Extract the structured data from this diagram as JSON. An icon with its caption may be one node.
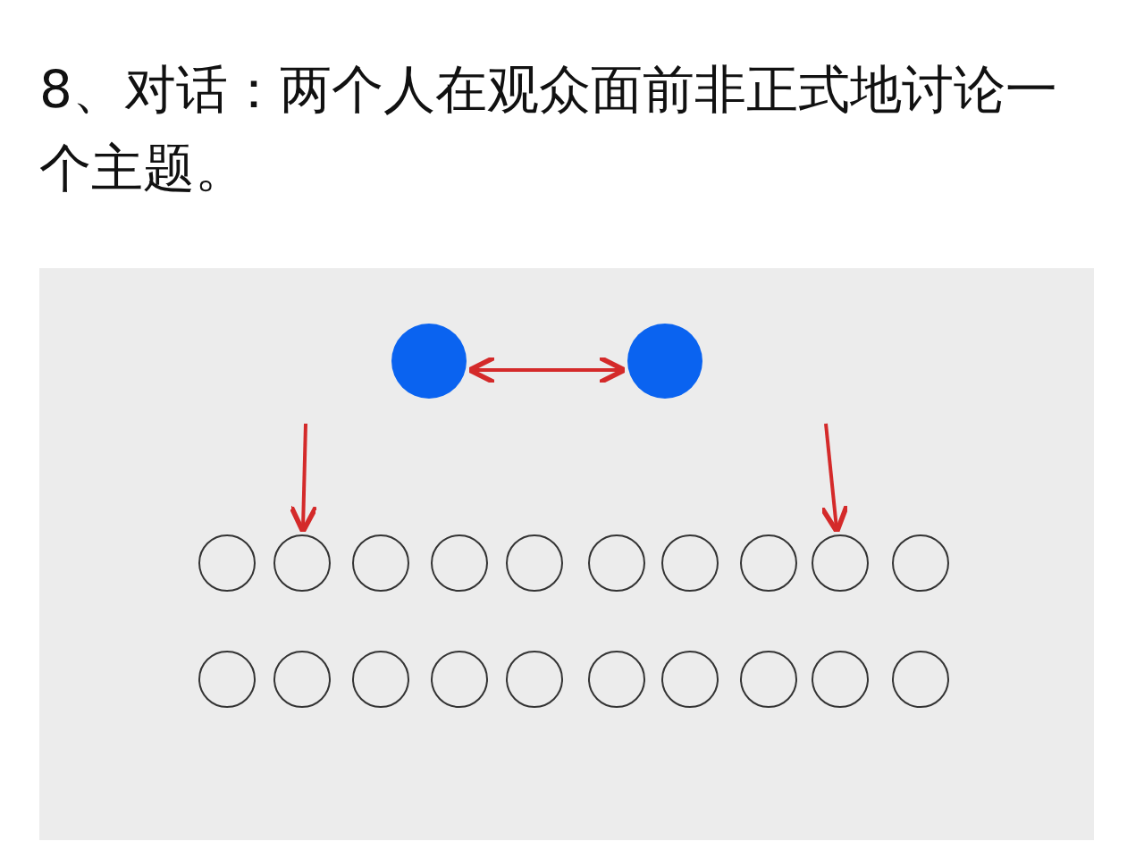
{
  "diagram": {
    "title": "8、对话：两个人在观众面前非正式地讨论一个主题。",
    "nodes": [
      {
        "text": [],
        "shape": "circle"
      },
      {
        "text": [],
        "shape": "circle"
      },
      {
        "text": [],
        "shape": "circle"
      },
      {
        "text": [],
        "shape": "circle"
      },
      {
        "text": [],
        "shape": "circle"
      },
      {
        "text": [],
        "shape": "circle"
      },
      {
        "text": [],
        "shape": "circle"
      },
      {
        "text": [],
        "shape": "circle"
      },
      {
        "text": [],
        "shape": "circle"
      },
      {
        "text": [],
        "shape": "circle"
      },
      {
        "text": [],
        "shape": "circle"
      },
      {
        "text": [],
        "shape": "circle"
      },
      {
        "text": [],
        "shape": "circle"
      },
      {
        "text": [],
        "shape": "circle"
      },
      {
        "text": [],
        "shape": "circle"
      },
      {
        "text": [],
        "shape": "circle"
      },
      {
        "text": [],
        "shape": "circle"
      },
      {
        "text": [],
        "shape": "circle"
      },
      {
        "text": [],
        "shape": "circle"
      },
      {
        "text": [],
        "shape": "circle"
      },
      {
        "text": [],
        "shape": "circle"
      },
      {
        "text": [],
        "shape": "circle"
      }
    ],
    "edges": [
      {
        "from": 0,
        "to": 1,
        "arrow": "both"
      },
      {
        "from": null,
        "to": 3,
        "arrow": "to"
      },
      {
        "from": null,
        "to": 10,
        "arrow": "to"
      }
    ]
  }
}
